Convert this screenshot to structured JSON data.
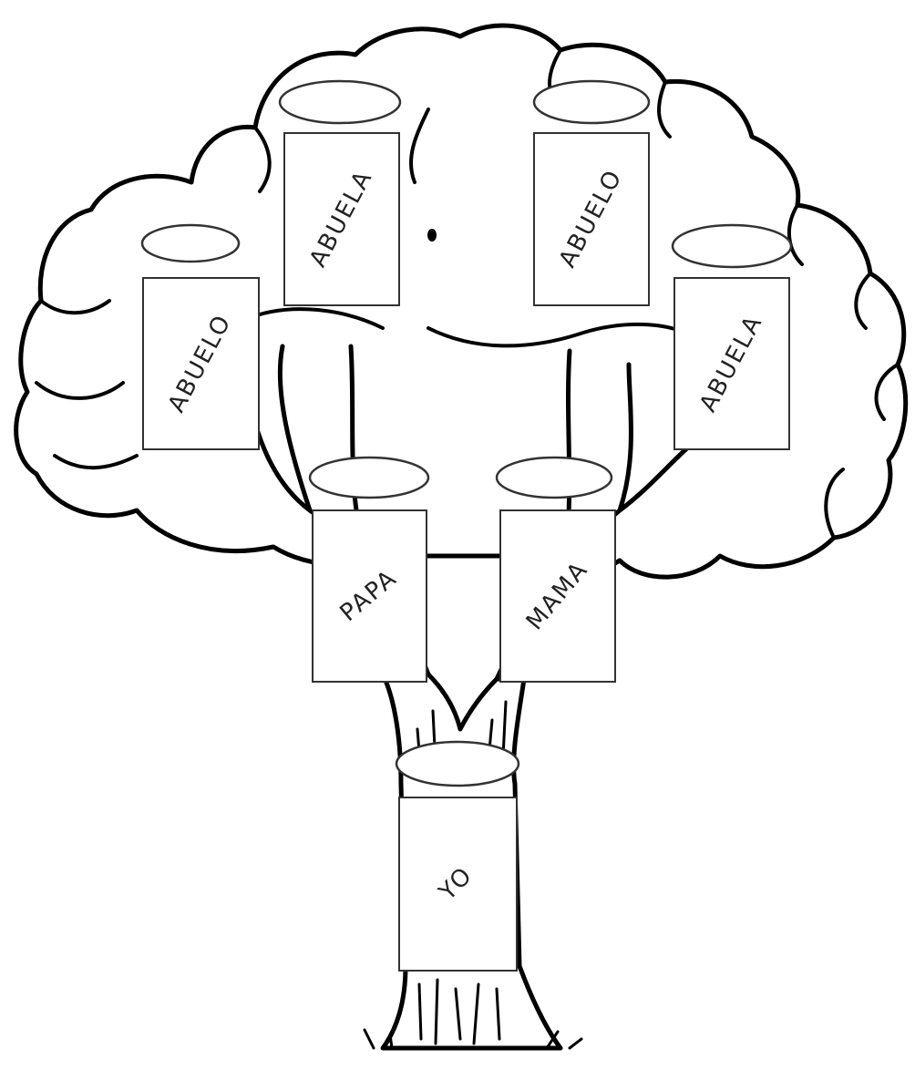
{
  "palette": {
    "ink": "#000000",
    "card_stroke": "#333333",
    "label": "#222222",
    "paper": "#ffffff"
  },
  "family_tree": {
    "grandparents": [
      {
        "label": "ABUELO"
      },
      {
        "label": "ABUELA"
      },
      {
        "label": "ABUELO"
      },
      {
        "label": "ABUELA"
      }
    ],
    "parents": [
      {
        "label": "PAPA"
      },
      {
        "label": "MAMA"
      }
    ],
    "self": {
      "label": "YO"
    }
  }
}
